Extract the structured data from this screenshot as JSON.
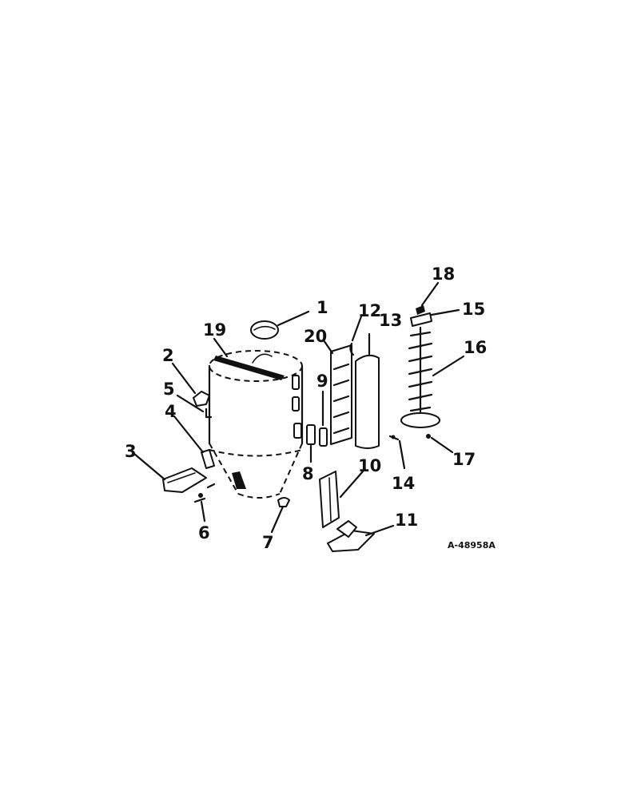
{
  "drawing_code": "A-48958A",
  "callouts": [
    {
      "id": "1",
      "label": "1"
    },
    {
      "id": "2",
      "label": "2"
    },
    {
      "id": "3",
      "label": "3"
    },
    {
      "id": "4",
      "label": "4"
    },
    {
      "id": "5",
      "label": "5"
    },
    {
      "id": "6",
      "label": "6"
    },
    {
      "id": "7",
      "label": "7"
    },
    {
      "id": "8",
      "label": "8"
    },
    {
      "id": "9",
      "label": "9"
    },
    {
      "id": "10",
      "label": "10"
    },
    {
      "id": "11",
      "label": "11"
    },
    {
      "id": "12",
      "label": "12"
    },
    {
      "id": "13",
      "label": "13"
    },
    {
      "id": "14",
      "label": "14"
    },
    {
      "id": "15",
      "label": "15"
    },
    {
      "id": "16",
      "label": "16"
    },
    {
      "id": "17",
      "label": "17"
    },
    {
      "id": "18",
      "label": "18"
    },
    {
      "id": "19",
      "label": "19"
    },
    {
      "id": "20",
      "label": "20"
    }
  ]
}
